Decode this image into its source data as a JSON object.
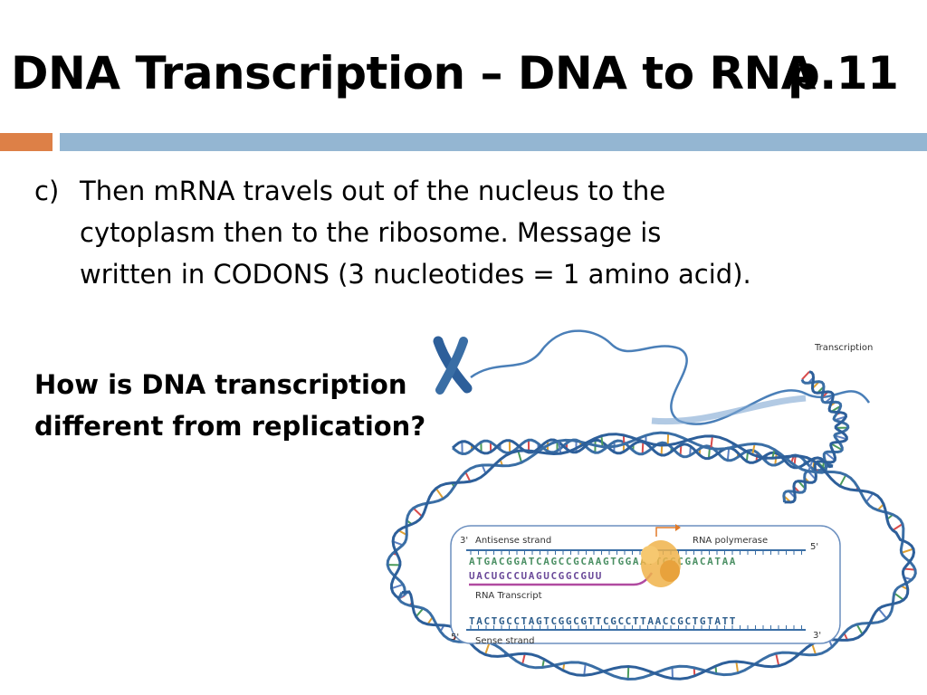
{
  "slide": {
    "title": "DNA Transcription – DNA to RNA",
    "page": "p.11",
    "bullet_marker": "c)",
    "bullet_lines": [
      "Then mRNA travels out of the nucleus to the",
      "cytoplasm then to the ribosome.  Message is",
      "written in CODONS (3 nucleotides = 1 amino acid)."
    ],
    "question_lines": [
      "How is DNA transcription",
      "different from replication?"
    ]
  },
  "diagram": {
    "transcription_label": "Transcription",
    "antisense_label": "Antisense strand",
    "polymerase_label": "RNA polymerase",
    "rna_transcript_label": "RNA Transcript",
    "sense_label": "Sense strand",
    "antisense_sequence": "ATGACGGATCAGCCGCAAGTGGAATTGGCGACATAA",
    "rna_sequence": "UACUGCCUAGUCGGCGUU",
    "sense_sequence": "TACTGCCTAGTCGGCGTTCGCCTTAACCGCTGTATT",
    "end_3_top": "3'",
    "end_5_top": "5'",
    "end_5_bottom": "5'",
    "end_3_bottom": "3'"
  },
  "colors": {
    "accent_orange": "#dd8047",
    "accent_blue": "#94b6d2",
    "helix_blue": "#3a6ea5",
    "antisense_text": "#4a8f63",
    "rna_text": "#6b4a9a",
    "sense_text": "#2e5e8c",
    "polymerase": "#f0b34a"
  }
}
